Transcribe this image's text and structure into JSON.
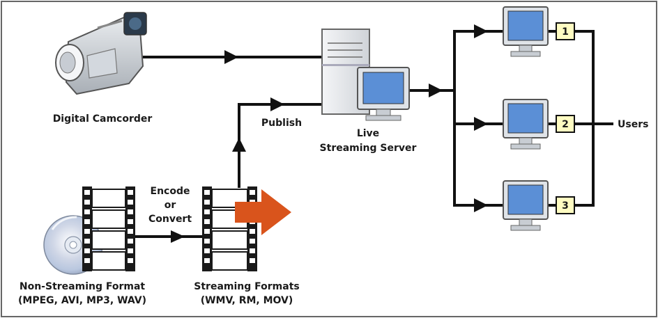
{
  "labels": {
    "camcorder": "Digital Camcorder",
    "publish": "Publish",
    "server_line1": "Live",
    "server_line2": "Streaming Server",
    "encode_line1": "Encode",
    "encode_line2": "or",
    "encode_line3": "Convert",
    "nonstream_line1": "Non-Streaming Format",
    "nonstream_line2": "(MPEG, AVI, MP3, WAV)",
    "stream_line1": "Streaming Formats",
    "stream_line2": "(WMV, RM, MOV)",
    "users": "Users"
  },
  "user_numbers": [
    "1",
    "2",
    "3"
  ],
  "colors": {
    "line": "#111111",
    "monitor_screen": "#5b8fd6",
    "monitor_body": "#d9dde3",
    "number_box": "#fffcc2",
    "orange_arrow": "#d9541c",
    "film": "#1a1a1a"
  }
}
